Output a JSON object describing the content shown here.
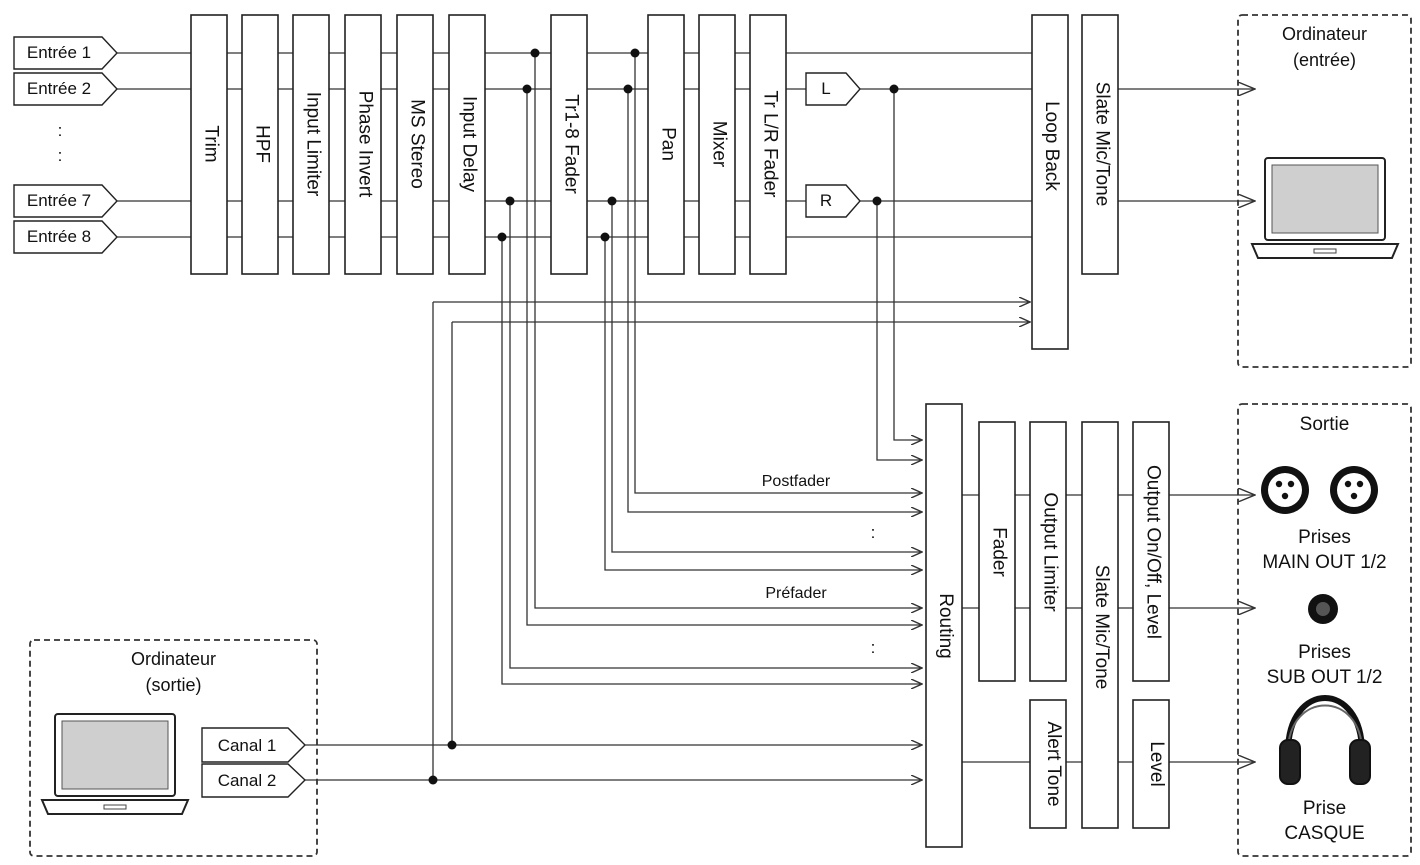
{
  "inputs": {
    "ch1": "Entrée 1",
    "ch2": "Entrée 2",
    "ellipsis": ":",
    "ch7": "Entrée 7",
    "ch8": "Entrée 8"
  },
  "blocks": {
    "trim": "Trim",
    "hpf": "HPF",
    "input_limiter": "Input Limiter",
    "phase_invert": "Phase Invert",
    "ms_stereo": "MS Stereo",
    "input_delay": "Input Delay",
    "tr_fader": "Tr1-8 Fader",
    "pan": "Pan",
    "mixer": "Mixer",
    "tr_lr_fader": "Tr L/R Fader",
    "loop_back": "Loop Back",
    "slate_top": "Slate Mic/Tone",
    "routing": "Routing",
    "fader": "Fader",
    "output_limiter": "Output Limiter",
    "slate_bottom": "Slate Mic/Tone",
    "output_onoff": "Output On/Off, Level",
    "level": "Level",
    "alert_tone": "Alert Tone"
  },
  "lr": {
    "l": "L",
    "r": "R"
  },
  "computer_in": {
    "title": "Ordinateur",
    "subtitle": "(entrée)"
  },
  "computer_out": {
    "title": "Ordinateur",
    "subtitle": "(sortie)"
  },
  "usb_channels": {
    "c1": "Canal 1",
    "c2": "Canal 2"
  },
  "routing_labels": {
    "postfader": "Postfader",
    "prefader": "Préfader",
    "colon": ":"
  },
  "outputs": {
    "title": "Sortie",
    "main_l1": "Prises",
    "main_l2": "MAIN OUT 1/2",
    "sub_l1": "Prises",
    "sub_l2": "SUB OUT 1/2",
    "phones_l1": "Prise",
    "phones_l2": "CASQUE"
  },
  "icons": {
    "laptop": "laptop-icon",
    "xlr": "xlr-connector-icon",
    "jack": "jack-connector-icon",
    "headphones": "headphones-icon"
  },
  "colors": {
    "line": "#111111",
    "box_border": "#111111",
    "background": "#ffffff"
  }
}
